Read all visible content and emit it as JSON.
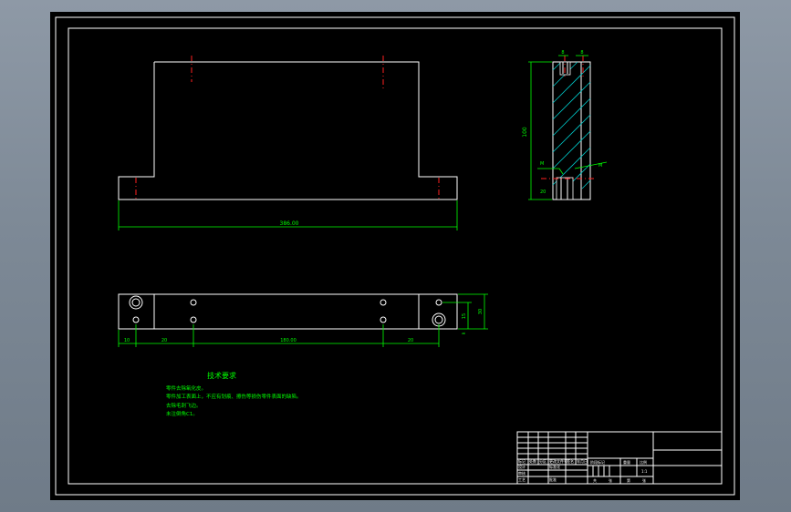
{
  "drawing": {
    "front_width_dim": "386.00",
    "plan_dims": [
      "10",
      "20",
      "180.00",
      "20"
    ],
    "plan_right_dims": [
      "15",
      "30"
    ],
    "side_top_dims": [
      "8",
      "8"
    ],
    "side_height_dim": "100",
    "side_labels": [
      "M",
      "20",
      "M"
    ]
  },
  "notes": {
    "title": "技术要求",
    "lines": [
      "零件去除氧化皮。",
      "零件加工表面上，不应有划痕、擦伤等损伤零件表面的缺陷。",
      "去除毛刺飞边。",
      "未注倒角C1。"
    ]
  },
  "title_block": {
    "left_labels": [
      "标记",
      "处数",
      "分区",
      "更改文件号",
      "签名",
      "年月日",
      "设计",
      "审核",
      "工艺",
      "标准化",
      "批准"
    ],
    "mid_labels": [
      "阶段标记",
      "重量",
      "比例"
    ],
    "scale_value": "1:1",
    "bottom_labels": [
      "共",
      "张",
      "第",
      "张"
    ]
  }
}
